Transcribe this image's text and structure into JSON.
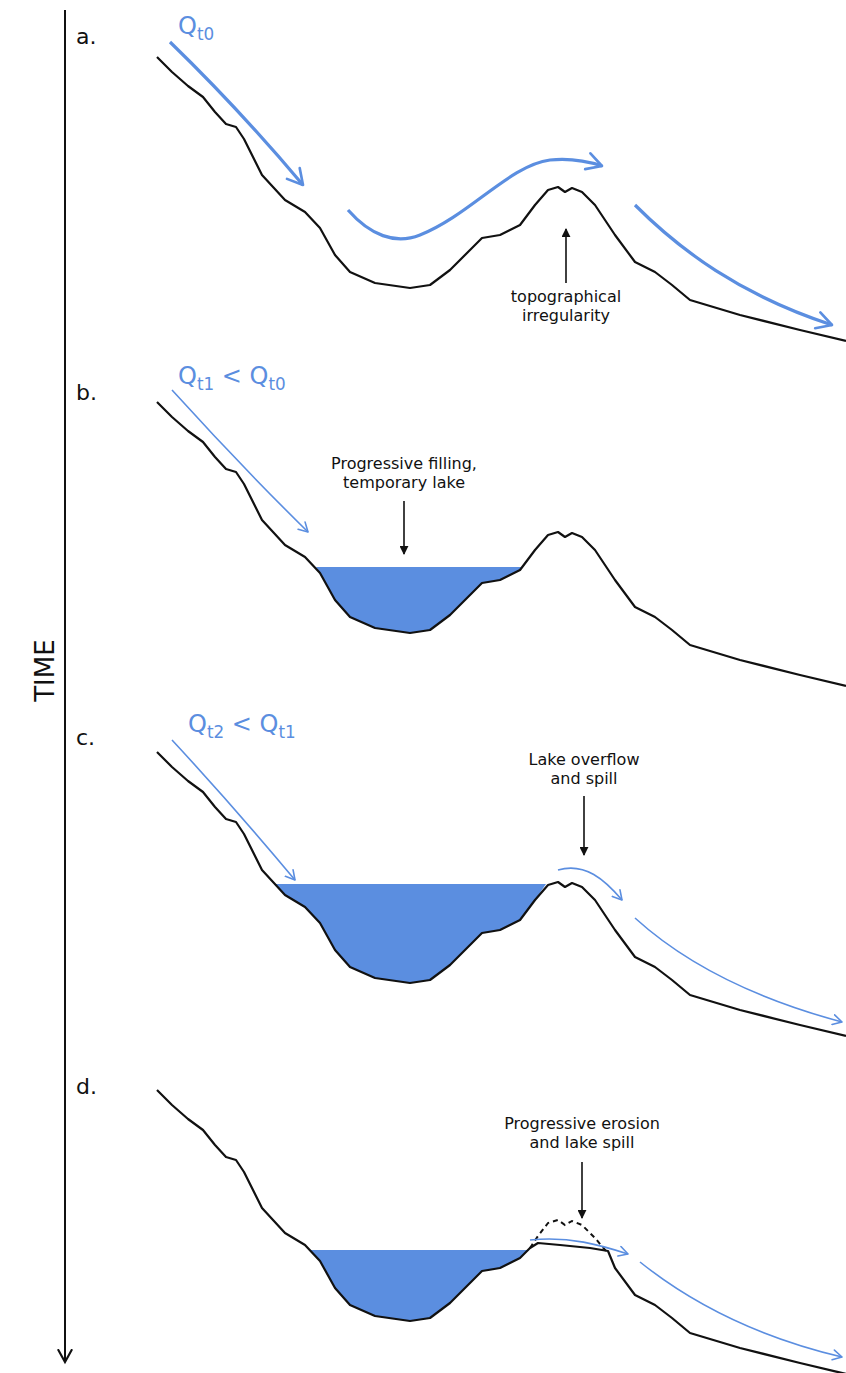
{
  "diagram": {
    "labels": [
      "a.",
      "Qt0",
      "topographical irregularity",
      "b.",
      "Qt1 < Qt0",
      "Progressive filling, temporary lake",
      "c.",
      "Qt2 < Qt1",
      "Lake overflow and spill",
      "d.",
      "Progressive erosion and lake spill",
      "TIME"
    ]
  }
}
